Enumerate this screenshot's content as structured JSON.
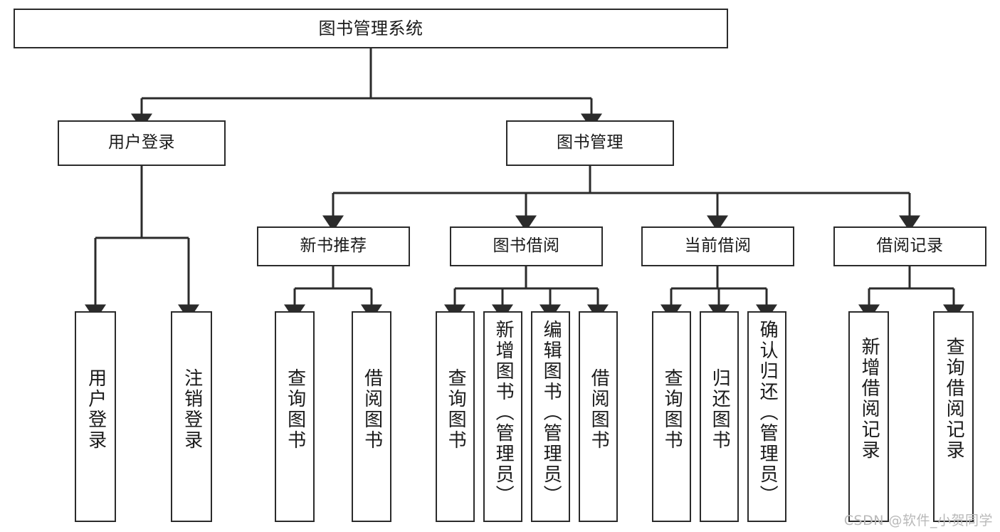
{
  "diagram": {
    "type": "tree-hierarchy",
    "title": "图书管理系统",
    "watermark": "CSDN @软件_小贺同学",
    "colors": {
      "border": "#2b2b2b",
      "background": "#ffffff",
      "text": "#1a1a1a",
      "watermark": "#b9b9b9"
    },
    "nodes": {
      "root": {
        "label": "图书管理系统"
      },
      "level2": [
        {
          "label": "用户登录"
        },
        {
          "label": "图书管理"
        }
      ],
      "level3": [
        {
          "label": "新书推荐"
        },
        {
          "label": "图书借阅"
        },
        {
          "label": "当前借阅"
        },
        {
          "label": "借阅记录"
        }
      ],
      "leaves": {
        "user_login": [
          {
            "label": "用户登录"
          },
          {
            "label": "注销登录"
          }
        ],
        "new_book": [
          {
            "label": "查询图书"
          },
          {
            "label": "借阅图书"
          }
        ],
        "book_borrow": [
          {
            "label": "查询图书"
          },
          {
            "label": "新增图书（管理员）"
          },
          {
            "label": "编辑图书（管理员）"
          },
          {
            "label": "借阅图书"
          }
        ],
        "current_borrow": [
          {
            "label": "查询图书"
          },
          {
            "label": "归还图书"
          },
          {
            "label": "确认归还（管理员）"
          }
        ],
        "borrow_record": [
          {
            "label": "新增借阅记录"
          },
          {
            "label": "查询借阅记录"
          }
        ]
      }
    }
  }
}
